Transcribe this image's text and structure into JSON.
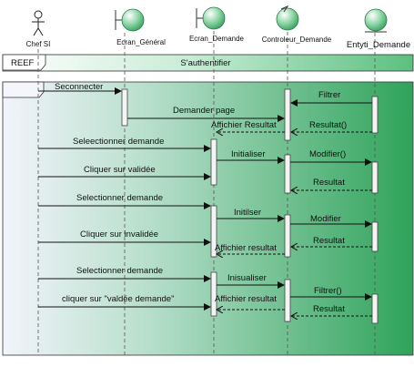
{
  "actors": [
    {
      "label": "Chef SI",
      "kind": "actor"
    },
    {
      "label": "Ecran_Général",
      "kind": "boundary"
    },
    {
      "label": "Ecran_Demande",
      "kind": "boundary"
    },
    {
      "label": "Controleur_Demande",
      "kind": "control"
    },
    {
      "label": "Entyti_Demande",
      "kind": "entity"
    }
  ],
  "ref_frame": {
    "tag": "REEF",
    "label": "S'authentifier"
  },
  "loop_frame": {
    "label": ""
  },
  "messages": [
    {
      "label": "Seconnecter"
    },
    {
      "label": "Filtrer"
    },
    {
      "label": "Demander page"
    },
    {
      "label": "Affichier Resultat"
    },
    {
      "label": "Resultat()"
    },
    {
      "label": "Seleectionner demande"
    },
    {
      "label": "Initialiser"
    },
    {
      "label": "Modifier()"
    },
    {
      "label": "Cliquer sur validée"
    },
    {
      "label": "Resultat"
    },
    {
      "label": "Selectionner demande"
    },
    {
      "label": "Initilser"
    },
    {
      "label": "Modifier"
    },
    {
      "label": "Cliquer sur invalidée"
    },
    {
      "label": "Resultat"
    },
    {
      "label": "Affichier resultat"
    },
    {
      "label": "Selectionner demande"
    },
    {
      "label": "Inisualiser"
    },
    {
      "label": "Filtrer()"
    },
    {
      "label": "cliquer sur \"valdée demande\""
    },
    {
      "label": "Affichier resultat"
    },
    {
      "label": "Resultat"
    }
  ],
  "colors": {
    "green_dark": "#2fa35a",
    "green_light": "#e8f7ee",
    "frame": "#333333"
  }
}
